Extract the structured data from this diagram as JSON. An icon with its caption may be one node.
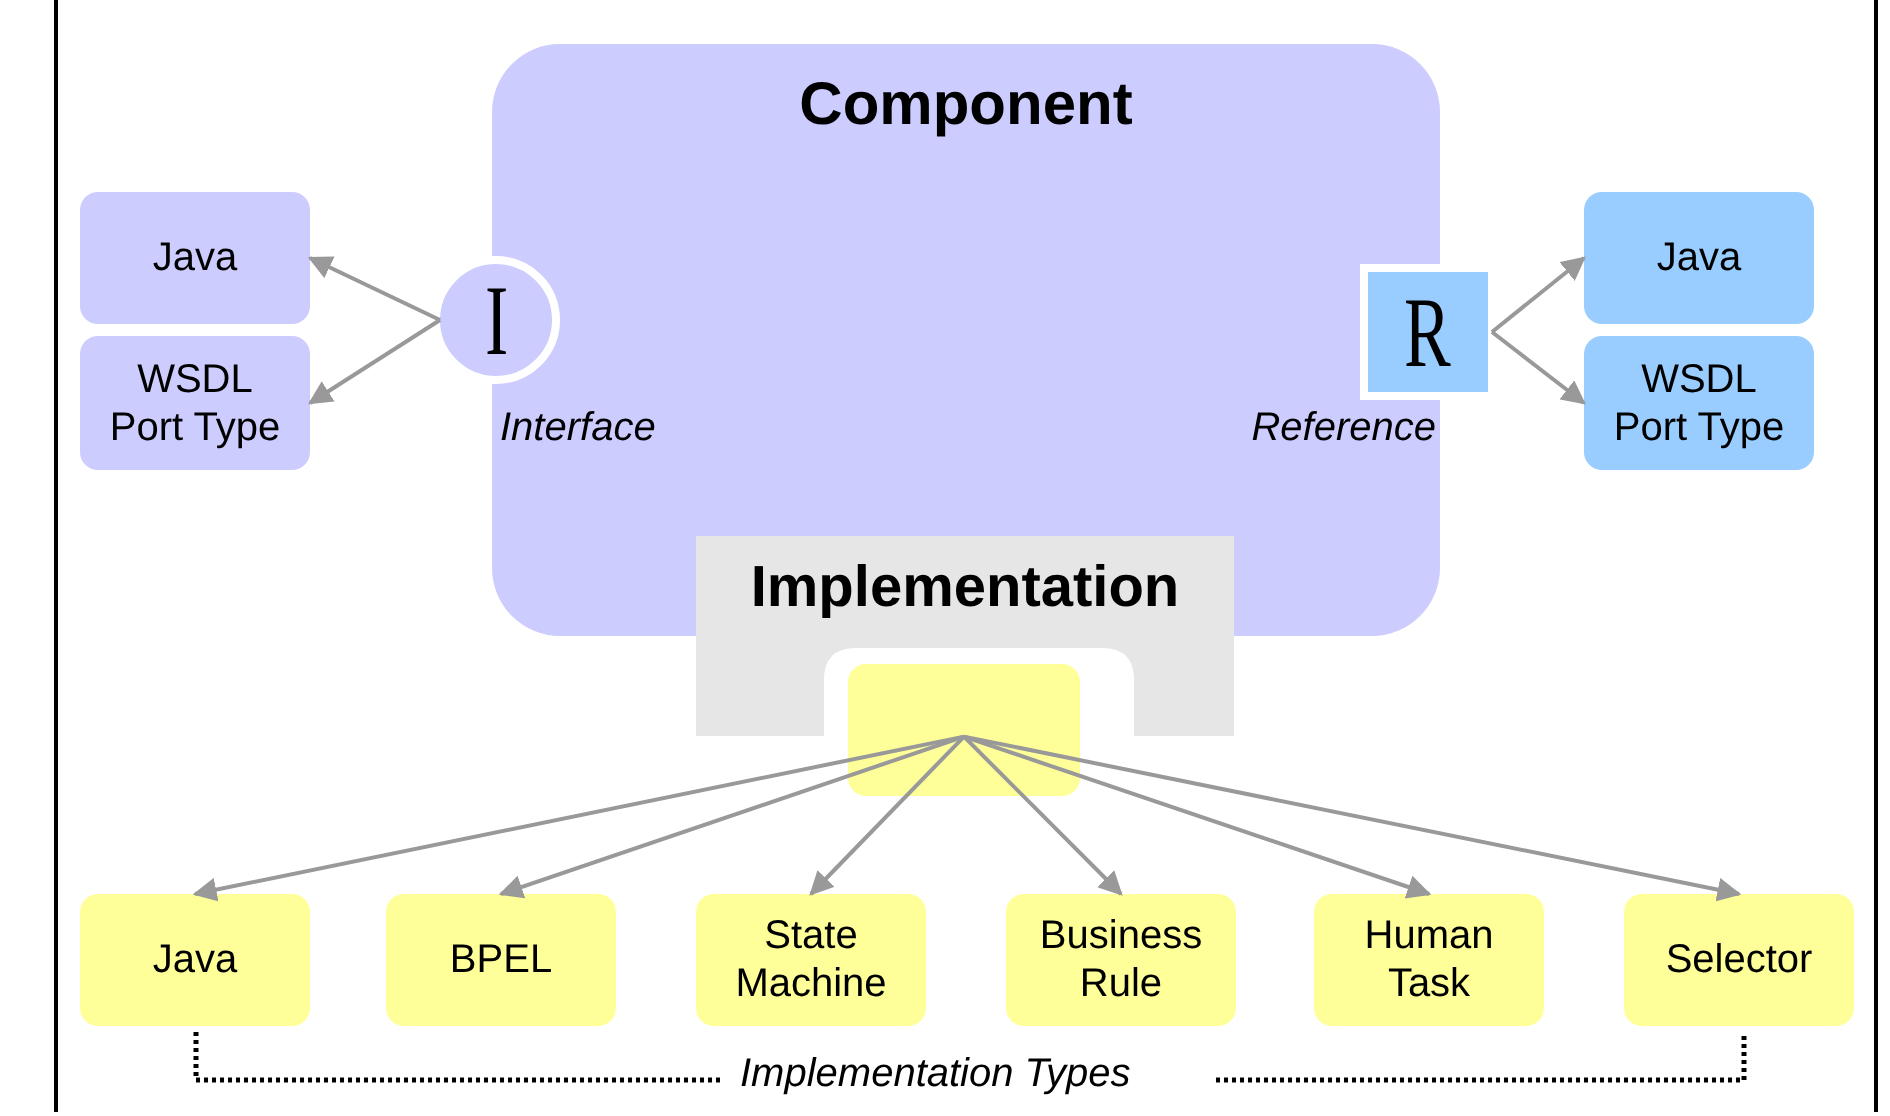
{
  "diagram": {
    "nodes": [
      {
        "text": [
          "Component"
        ]
      },
      {
        "text": [
          "I"
        ]
      },
      {
        "text": [
          "R"
        ]
      },
      {
        "text": [
          "Java"
        ]
      },
      {
        "text": [
          "WSDL Port Type"
        ]
      },
      {
        "text": [
          "Java"
        ]
      },
      {
        "text": [
          "WSDL Port Type"
        ]
      },
      {
        "text": [
          "Implementation"
        ]
      },
      {
        "text": [],
        "shape": "box"
      },
      {
        "text": [
          "Java"
        ]
      },
      {
        "text": [
          "BPEL"
        ]
      },
      {
        "text": [
          "State Machine"
        ]
      },
      {
        "text": [
          "Business Rule"
        ]
      },
      {
        "text": [
          "Human Task"
        ]
      },
      {
        "text": [
          "Selector"
        ]
      }
    ],
    "edges": [
      {
        "from": 1,
        "to": 3,
        "arrow": "to"
      },
      {
        "from": 1,
        "to": 4,
        "arrow": "to"
      },
      {
        "from": 2,
        "to": 5,
        "arrow": "to"
      },
      {
        "from": 2,
        "to": 6,
        "arrow": "to"
      },
      {
        "from": 8,
        "to": 9,
        "arrow": "to"
      },
      {
        "from": 8,
        "to": 10,
        "arrow": "to"
      },
      {
        "from": 8,
        "to": 11,
        "arrow": "to"
      },
      {
        "from": 8,
        "to": 12,
        "arrow": "to"
      },
      {
        "from": 8,
        "to": 13,
        "arrow": "to"
      },
      {
        "from": 8,
        "to": 14,
        "arrow": "to"
      }
    ],
    "labels": [
      "Interface",
      "Reference",
      "Implementation Types"
    ]
  }
}
